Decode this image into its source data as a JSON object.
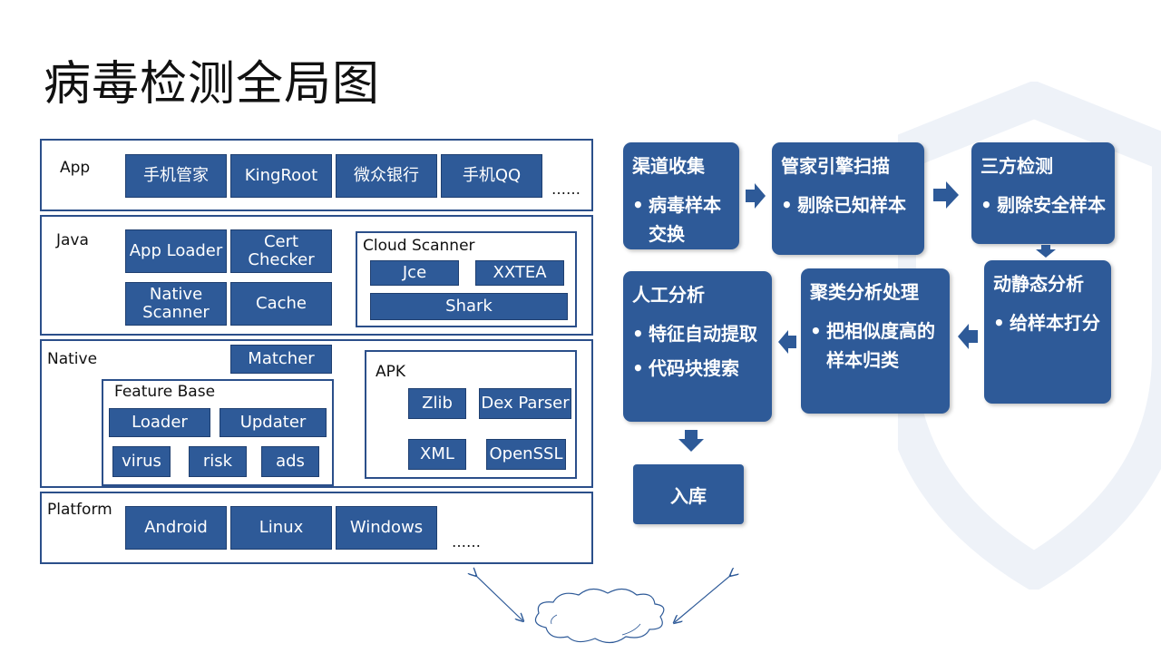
{
  "title": "病毒检测全局图",
  "layers": {
    "app": {
      "label": "App",
      "items": [
        "手机管家",
        "KingRoot",
        "微众银行",
        "手机QQ"
      ],
      "more": "……"
    },
    "java": {
      "label": "Java",
      "items": [
        "App Loader",
        "Cert\nChecker",
        "Native\nScanner",
        "Cache"
      ],
      "cloud_scanner": {
        "label": "Cloud Scanner",
        "items": [
          "Jce",
          "XXTEA",
          "Shark"
        ]
      }
    },
    "native": {
      "label": "Native",
      "matcher": "Matcher",
      "feature_base": {
        "label": "Feature Base",
        "items": [
          "Loader",
          "Updater",
          "virus",
          "risk",
          "ads"
        ]
      },
      "apk": {
        "label": "APK",
        "items": [
          "Zlib",
          "Dex Parser",
          "XML",
          "OpenSSL"
        ]
      }
    },
    "platform": {
      "label": "Platform",
      "items": [
        "Android",
        "Linux",
        "Windows"
      ],
      "more": "……"
    }
  },
  "flow": {
    "collect": {
      "title": "渠道收集",
      "bullets": [
        "病毒样本交换"
      ]
    },
    "engine": {
      "title": "管家引擎扫描",
      "bullets": [
        "剔除已知样本"
      ]
    },
    "third": {
      "title": "三方检测",
      "bullets": [
        "剔除安全样本"
      ]
    },
    "dynamic": {
      "title": "动静态分析",
      "bullets": [
        "给样本打分"
      ]
    },
    "cluster": {
      "title": "聚类分析处理",
      "bullets": [
        "把相似度高的样本归类"
      ]
    },
    "manual": {
      "title": "人工分析",
      "bullets": [
        "特征自动提取",
        "代码块搜索"
      ]
    },
    "store": {
      "title": "入库"
    }
  },
  "colors": {
    "block": "#2e5a98",
    "border": "#2b4f8a",
    "arrow": "#2e5a98"
  }
}
